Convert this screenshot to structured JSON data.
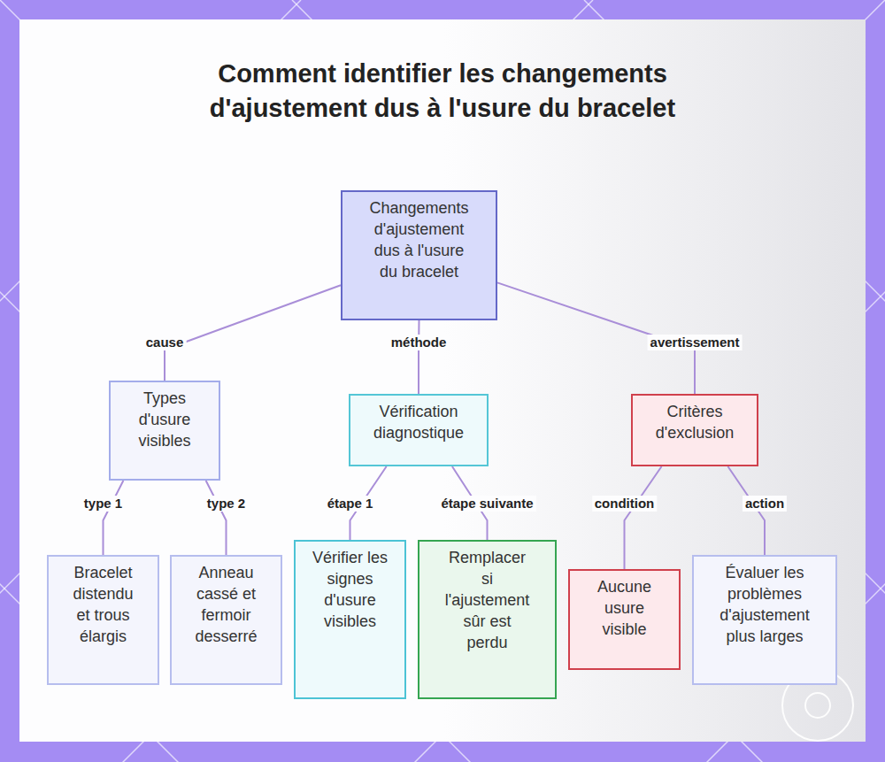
{
  "diagram": {
    "title": "Comment identifier les changements d'ajustement dus à l'usure du bracelet",
    "nodes": [
      {
        "text": [
          "Changements d'ajustement dus à l'usure du bracelet"
        ]
      },
      {
        "text": [
          "Types d'usure visibles"
        ]
      },
      {
        "text": [
          "Vérification diagnostique"
        ]
      },
      {
        "text": [
          "Critères d'exclusion"
        ]
      },
      {
        "text": [
          "Bracelet distendu et trous élargis"
        ]
      },
      {
        "text": [
          "Anneau cassé et fermoir desserré"
        ]
      },
      {
        "text": [
          "Vérifier les signes d'usure visibles"
        ]
      },
      {
        "text": [
          "Remplacer si l'ajustement sûr est perdu"
        ]
      },
      {
        "text": [
          "Aucune usure visible"
        ]
      },
      {
        "text": [
          "Évaluer les problèmes d'ajustement plus larges"
        ]
      }
    ],
    "edges": [
      {
        "from": 0,
        "to": 1,
        "label": "cause",
        "arrow": "none"
      },
      {
        "from": 0,
        "to": 2,
        "label": "méthode",
        "arrow": "none"
      },
      {
        "from": 0,
        "to": 3,
        "label": "avertissement",
        "arrow": "none"
      },
      {
        "from": 1,
        "to": 4,
        "label": "type 1",
        "arrow": "none"
      },
      {
        "from": 1,
        "to": 5,
        "label": "type 2",
        "arrow": "none"
      },
      {
        "from": 2,
        "to": 6,
        "label": "étape 1",
        "arrow": "none"
      },
      {
        "from": 2,
        "to": 7,
        "label": "étape suivante",
        "arrow": "none"
      },
      {
        "from": 3,
        "to": 8,
        "label": "condition",
        "arrow": "none"
      },
      {
        "from": 3,
        "to": 9,
        "label": "action",
        "arrow": "none"
      }
    ]
  }
}
